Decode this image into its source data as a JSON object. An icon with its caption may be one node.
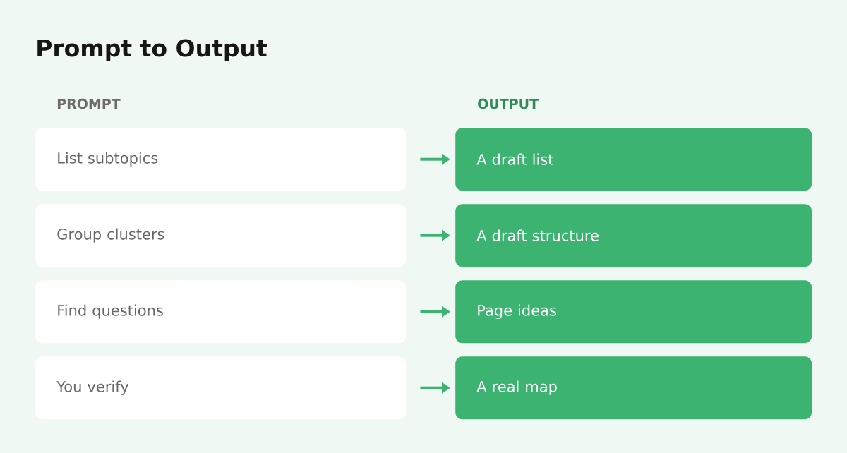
{
  "diagram": {
    "title": "Prompt to Output",
    "nodes": [
      {
        "text": [
          "List subtopics"
        ]
      },
      {
        "text": [
          "A draft list"
        ]
      },
      {
        "text": [
          "Group clusters"
        ]
      },
      {
        "text": [
          "A draft structure"
        ]
      },
      {
        "text": [
          "Find questions"
        ]
      },
      {
        "text": [
          "Page ideas"
        ]
      },
      {
        "text": [
          "You verify"
        ]
      },
      {
        "text": [
          "A real map"
        ]
      }
    ],
    "edges": [
      {
        "from": 0,
        "to": 1,
        "arrow": "to"
      },
      {
        "from": 2,
        "to": 3,
        "arrow": "to"
      },
      {
        "from": 4,
        "to": 5,
        "arrow": "to"
      },
      {
        "from": 6,
        "to": 7,
        "arrow": "to"
      }
    ],
    "labels": [
      "PROMPT",
      "OUTPUT"
    ]
  }
}
